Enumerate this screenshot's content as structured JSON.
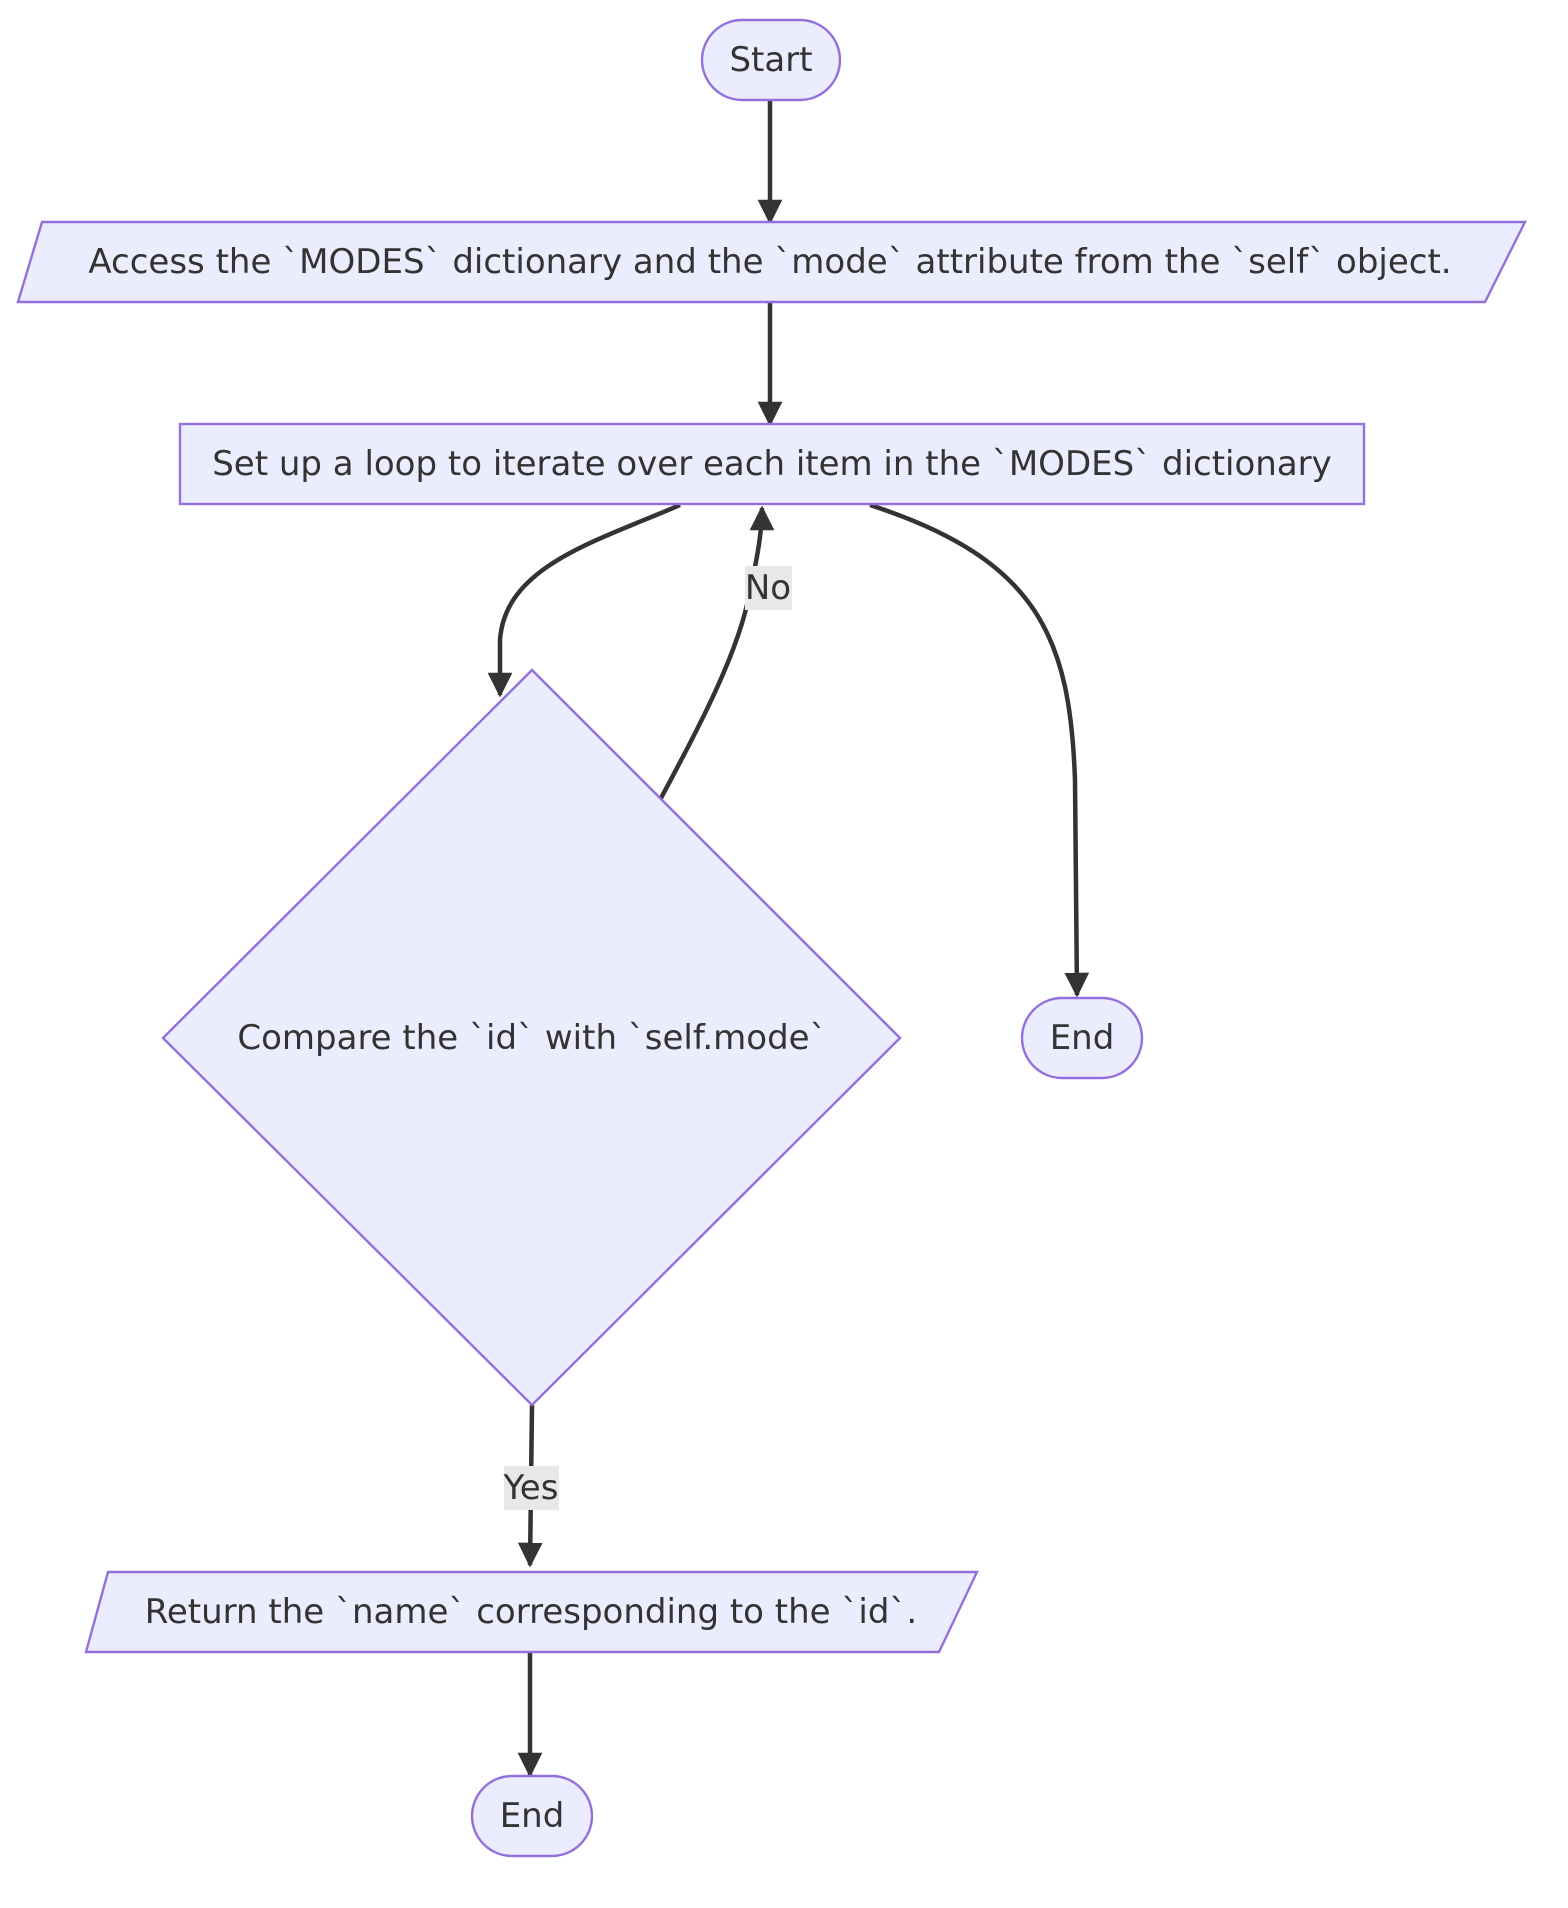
{
  "flowchart": {
    "nodes": {
      "start": {
        "label": "Start",
        "shape": "stadium"
      },
      "access": {
        "label": "Access the `MODES` dictionary and the `mode` attribute from the `self` object.",
        "shape": "parallelogram"
      },
      "loop": {
        "label": "Set up a loop to iterate over each item in the `MODES` dictionary",
        "shape": "rectangle"
      },
      "compare": {
        "label": "Compare the `id` with `self.mode`",
        "shape": "diamond"
      },
      "end_loop": {
        "label": "End",
        "shape": "stadium"
      },
      "return": {
        "label": "Return the `name` corresponding to the `id`.",
        "shape": "parallelogram"
      },
      "end_final": {
        "label": "End",
        "shape": "stadium"
      }
    },
    "edges": [
      {
        "from": "start",
        "to": "access",
        "label": ""
      },
      {
        "from": "access",
        "to": "loop",
        "label": ""
      },
      {
        "from": "loop",
        "to": "compare",
        "label": ""
      },
      {
        "from": "compare",
        "to": "loop",
        "label": "No"
      },
      {
        "from": "loop",
        "to": "end_loop",
        "label": ""
      },
      {
        "from": "compare",
        "to": "return",
        "label": "Yes"
      },
      {
        "from": "return",
        "to": "end_final",
        "label": ""
      }
    ],
    "edge_labels": {
      "no": "No",
      "yes": "Yes"
    }
  },
  "colors": {
    "node_fill": "#ECECFF",
    "node_stroke": "#9370DB",
    "edge": "#333333",
    "edge_label_bg": "#E8E8E8",
    "text": "#333333"
  }
}
